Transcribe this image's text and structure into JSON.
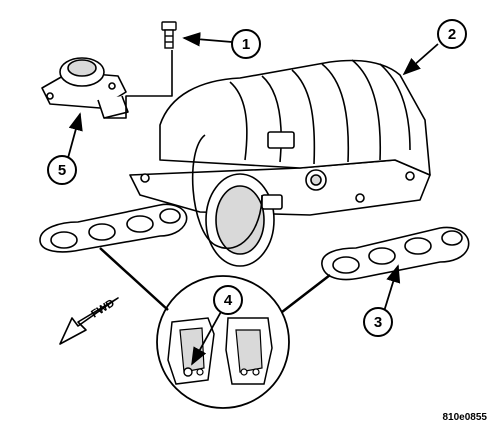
{
  "callouts": [
    {
      "number": "1"
    },
    {
      "number": "2"
    },
    {
      "number": "3"
    },
    {
      "number": "4"
    },
    {
      "number": "5"
    }
  ],
  "direction_label": "FWD",
  "figure_id": "810e0855",
  "colors": {
    "line": "#000000",
    "fill": "#ffffff",
    "shade": "#d9d9d9"
  }
}
